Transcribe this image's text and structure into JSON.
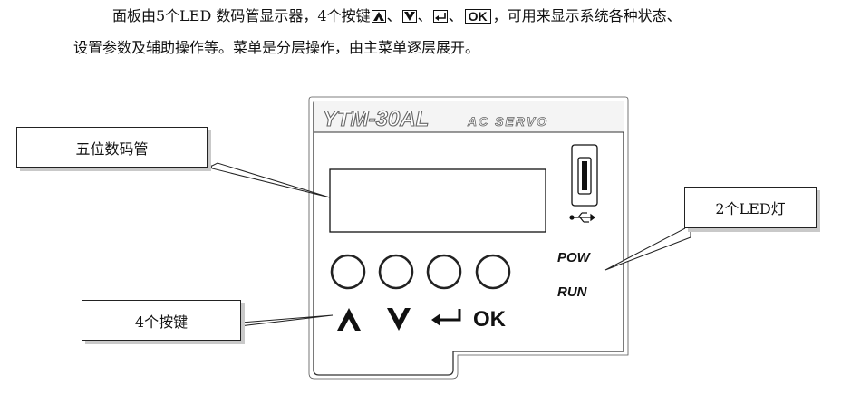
{
  "intro": {
    "line1_prefix": "面板由5个LED 数码管显示器，4个按键",
    "sep": "、",
    "ok_key": "OK",
    "line1_suffix": "，可用来显示系统各种状态、",
    "line2": "设置参数及辅助操作等。菜单是分层操作，由主菜单逐层展开。"
  },
  "panel": {
    "brand": "YTM-30AL",
    "model": "AC SERVO",
    "led_labels": [
      "POW",
      "RUN"
    ],
    "key_symbols": [
      "up-arrow-icon",
      "down-arrow-icon",
      "enter-icon",
      "ok-text"
    ],
    "ok_label": "OK"
  },
  "callouts": {
    "display": "五位数码管",
    "keys": "4个按键",
    "leds": "2个LED灯"
  }
}
